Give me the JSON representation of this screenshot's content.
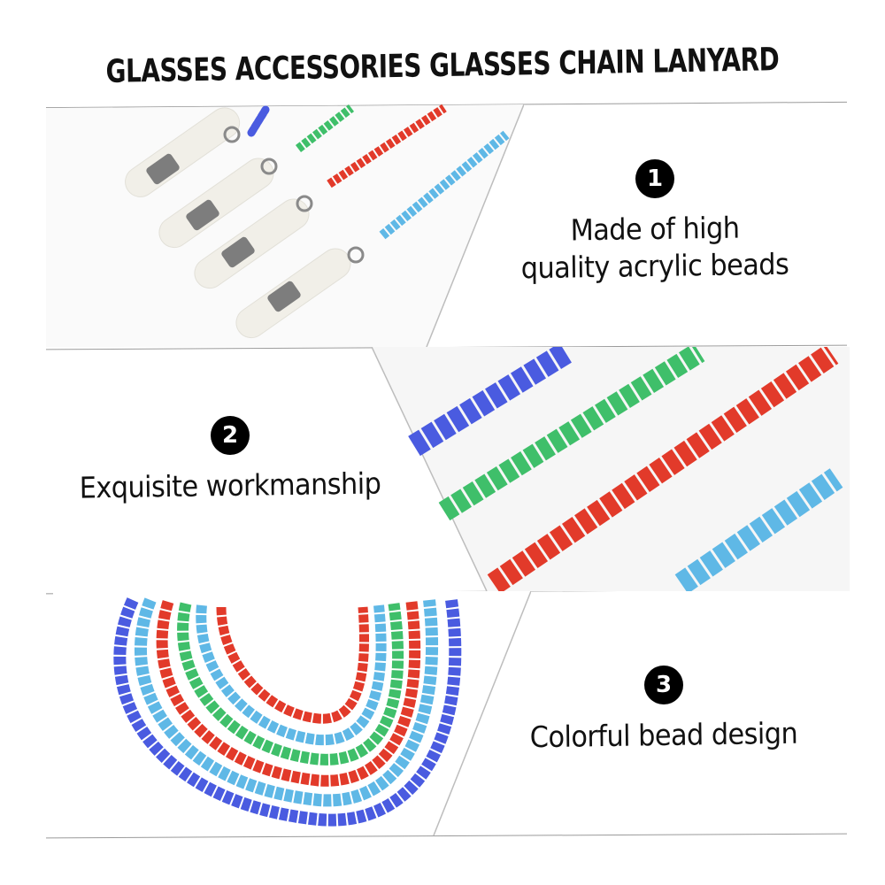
{
  "header": {
    "title": "GLASSES ACCESSORIES GLASSES CHAIN LANYARD"
  },
  "features": [
    {
      "number": "1",
      "text_line1": "Made of high",
      "text_line2": "quality acrylic beads"
    },
    {
      "number": "2",
      "text_line1": "Exquisite workmanship"
    },
    {
      "number": "3",
      "text_line1": "Colorful bead design"
    }
  ],
  "colors": {
    "blue_purple": "#4a5be0",
    "green": "#3fbf6a",
    "red": "#e23a2a",
    "light_blue": "#5fb8e6",
    "silicone": "#f1efe8",
    "metal": "#7d7d7d"
  }
}
